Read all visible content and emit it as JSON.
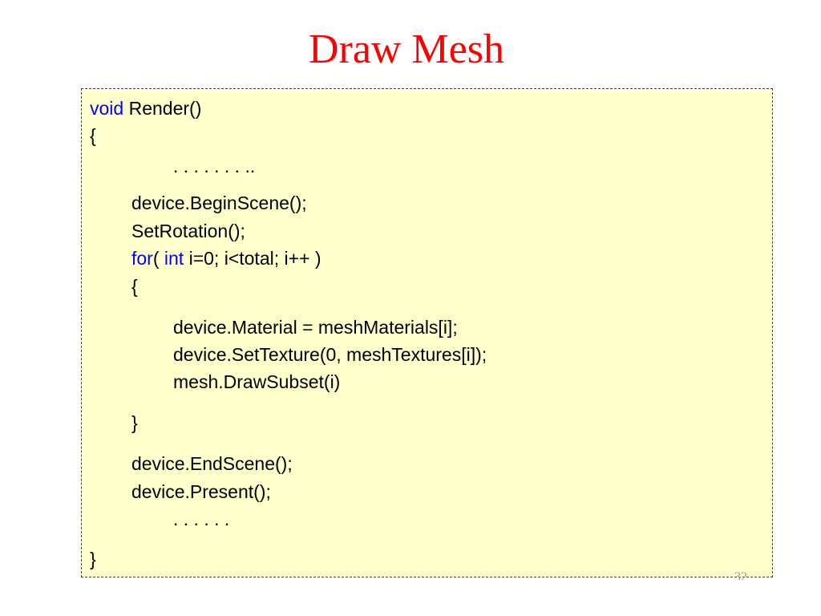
{
  "slide": {
    "title": "Draw Mesh",
    "page_number": "32"
  },
  "code": {
    "l1_kw": "void",
    "l1_text": " Render()",
    "l2": "{",
    "l3": ". . . . . . . ..",
    "l4": "device.BeginScene();",
    "l5": "SetRotation();",
    "l6_kw1": "for",
    "l6_text1": "( ",
    "l6_kw2": "int",
    "l6_text2": " i=0; i<total; i++ )",
    "l7": "{",
    "l8": "device.Material = meshMaterials[i];",
    "l9": "device.SetTexture(0, meshTextures[i]);",
    "l10": "mesh.DrawSubset(i)",
    "l11": "}",
    "l12": "device.EndScene();",
    "l13": "device.Present();",
    "l14": ". . . . . .",
    "l15": "}"
  },
  "colors": {
    "title": "#ff0000",
    "keyword": "#0000ff",
    "code_background": "#ffffcc",
    "box_border": "#3333aa"
  }
}
